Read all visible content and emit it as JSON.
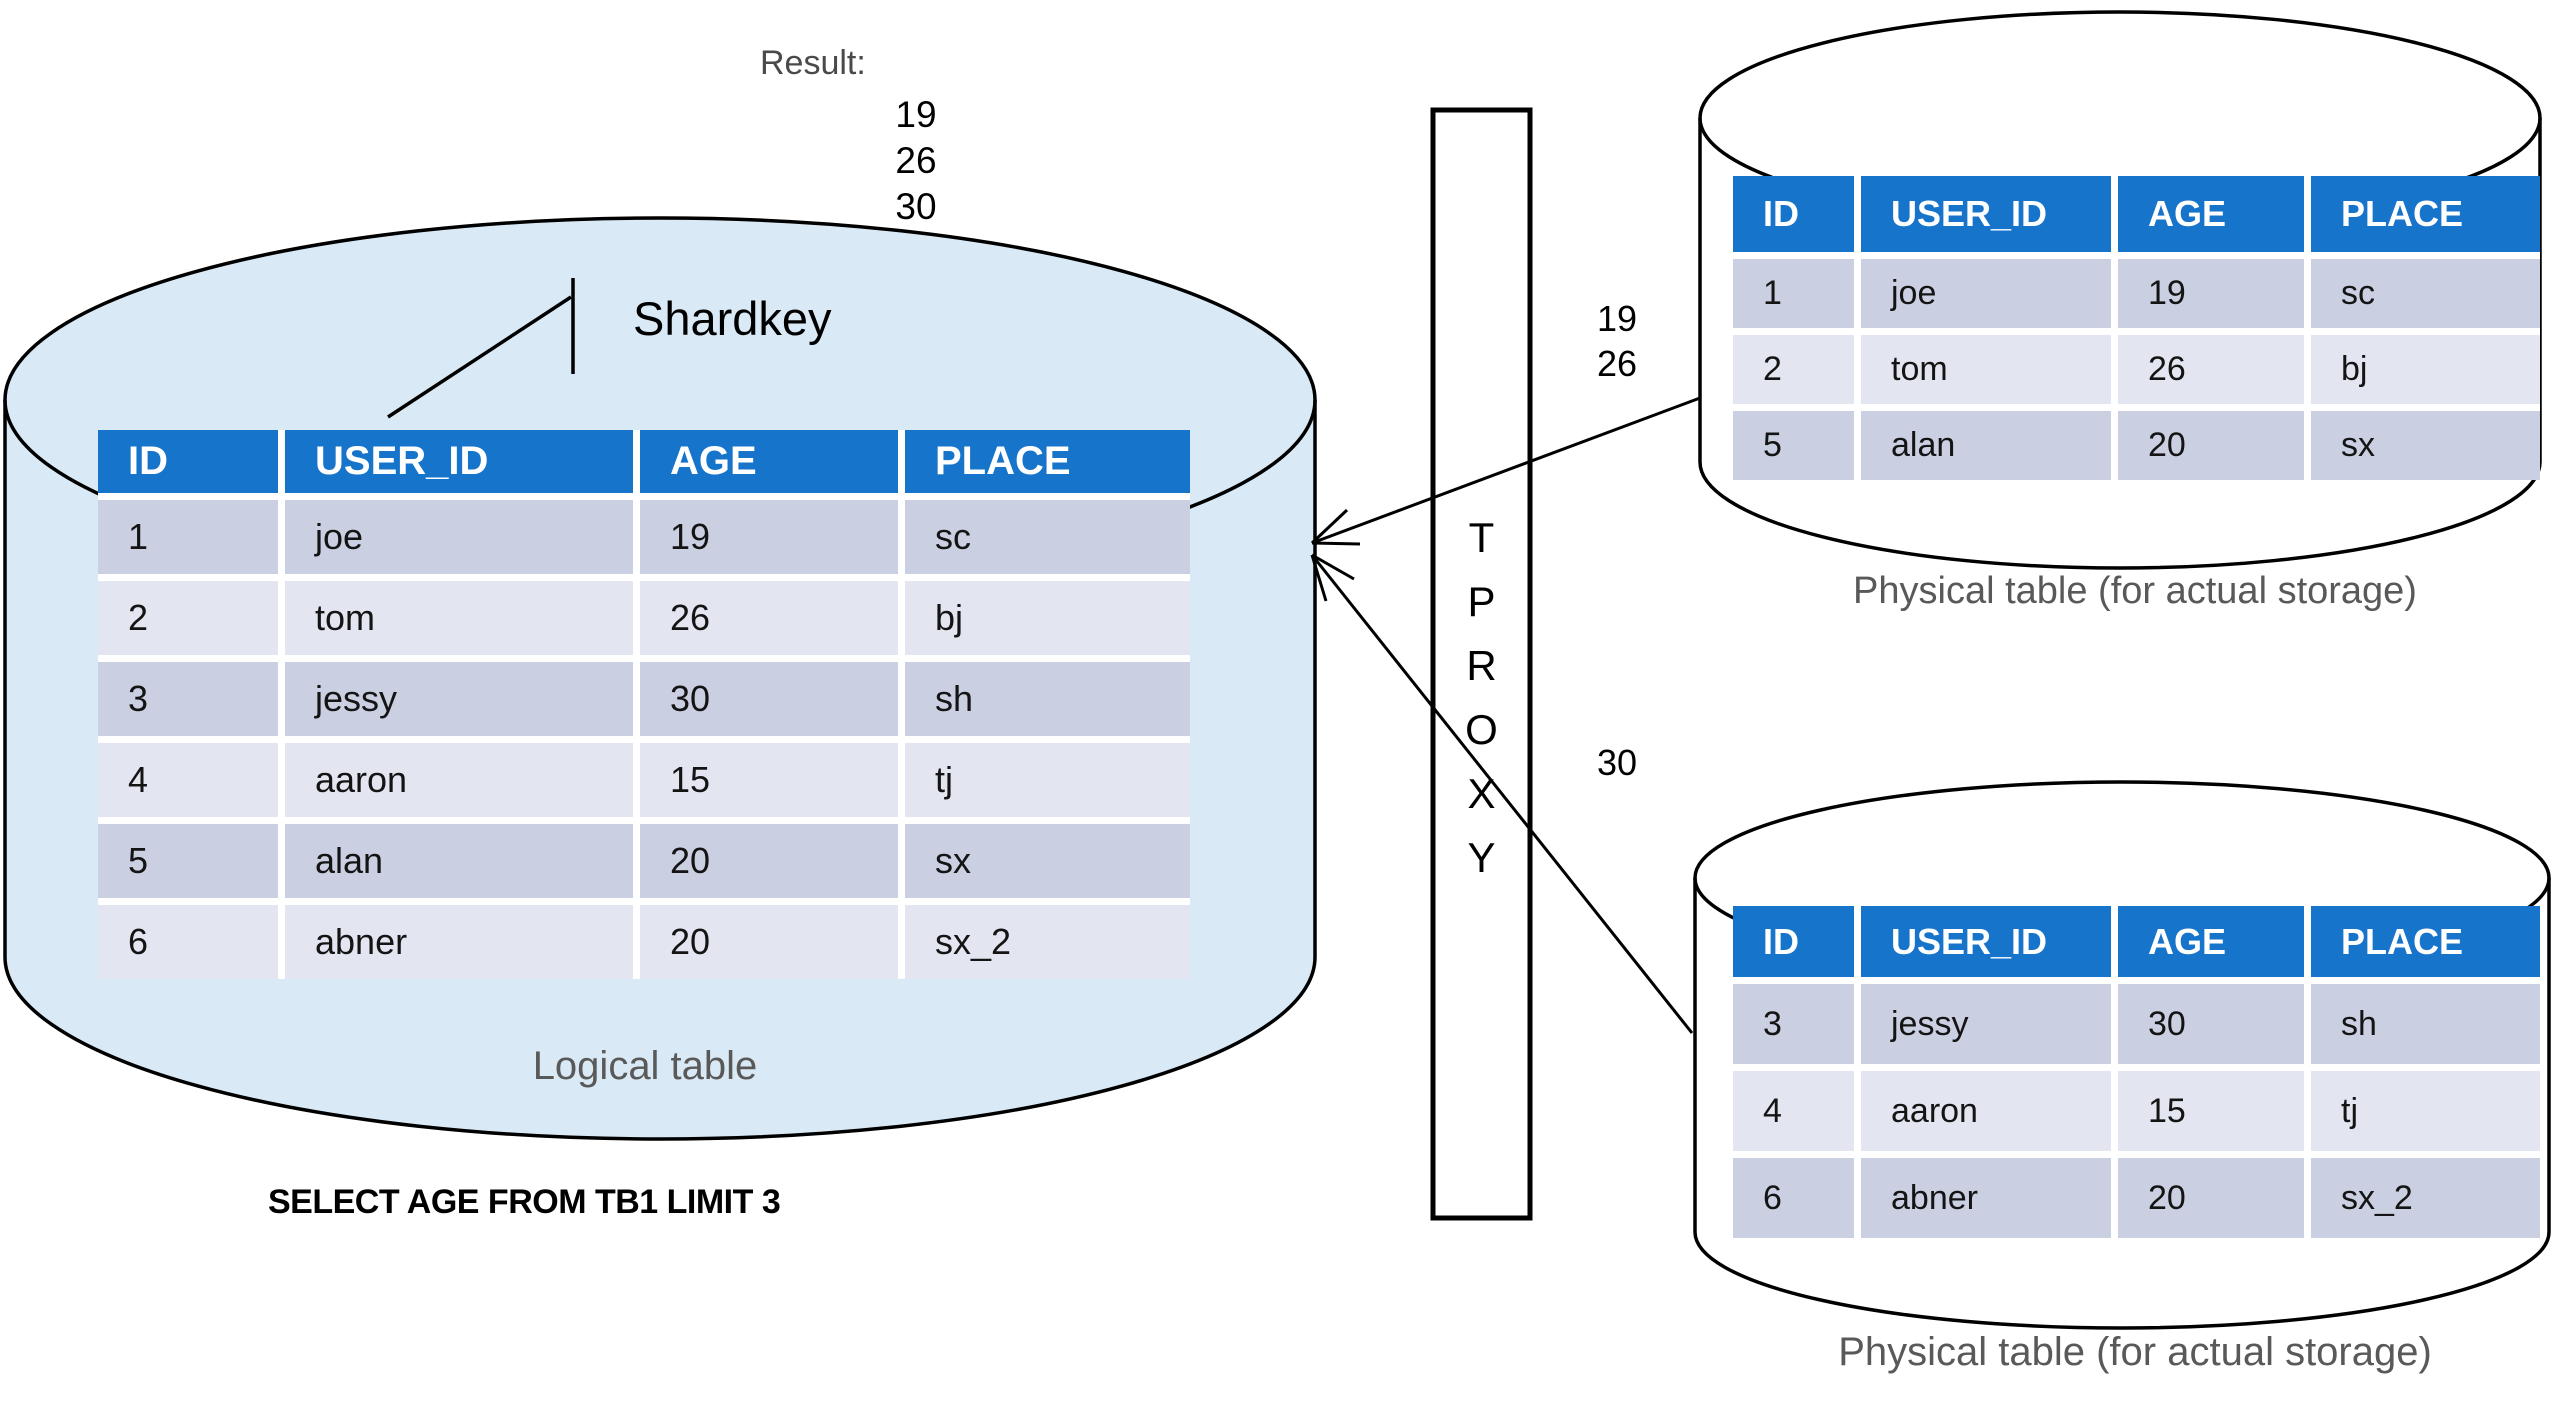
{
  "result": {
    "label": "Result:",
    "values": [
      "19",
      "26",
      "30"
    ]
  },
  "shardkey": {
    "label": "Shardkey"
  },
  "logical_table": {
    "caption": "Logical table",
    "headers": [
      "ID",
      "USER_ID",
      "AGE",
      "PLACE"
    ],
    "rows": [
      [
        "1",
        "joe",
        "19",
        "sc"
      ],
      [
        "2",
        "tom",
        "26",
        "bj"
      ],
      [
        "3",
        "jessy",
        "30",
        "sh"
      ],
      [
        "4",
        "aaron",
        "15",
        "tj"
      ],
      [
        "5",
        "alan",
        "20",
        "sx"
      ],
      [
        "6",
        "abner",
        "20",
        "sx_2"
      ]
    ]
  },
  "sql": {
    "query": "SELECT AGE FROM TB1 LIMIT 3"
  },
  "proxy": {
    "name": "TPROXY",
    "letters": [
      "T",
      "P",
      "R",
      "O",
      "X",
      "Y"
    ]
  },
  "routes": {
    "to_shard1": [
      "19",
      "26"
    ],
    "to_shard2": "30"
  },
  "shard1": {
    "caption": "Physical table (for actual storage)",
    "headers": [
      "ID",
      "USER_ID",
      "AGE",
      "PLACE"
    ],
    "rows": [
      [
        "1",
        "joe",
        "19",
        "sc"
      ],
      [
        "2",
        "tom",
        "26",
        "bj"
      ],
      [
        "5",
        "alan",
        "20",
        "sx"
      ]
    ]
  },
  "shard2": {
    "caption": "Physical table (for actual storage)",
    "headers": [
      "ID",
      "USER_ID",
      "AGE",
      "PLACE"
    ],
    "rows": [
      [
        "3",
        "jessy",
        "30",
        "sh"
      ],
      [
        "4",
        "aaron",
        "15",
        "tj"
      ],
      [
        "6",
        "abner",
        "20",
        "sx_2"
      ]
    ]
  },
  "colors": {
    "header_blue": "#1774CB",
    "row_odd": "#CACFE2",
    "row_even": "#E3E6F1",
    "logical_cylinder_fill": "#D9EAF6",
    "physical_cylinder_fill": "#FFFFFF",
    "caption_gray": "#595959",
    "line_black": "#000000"
  }
}
